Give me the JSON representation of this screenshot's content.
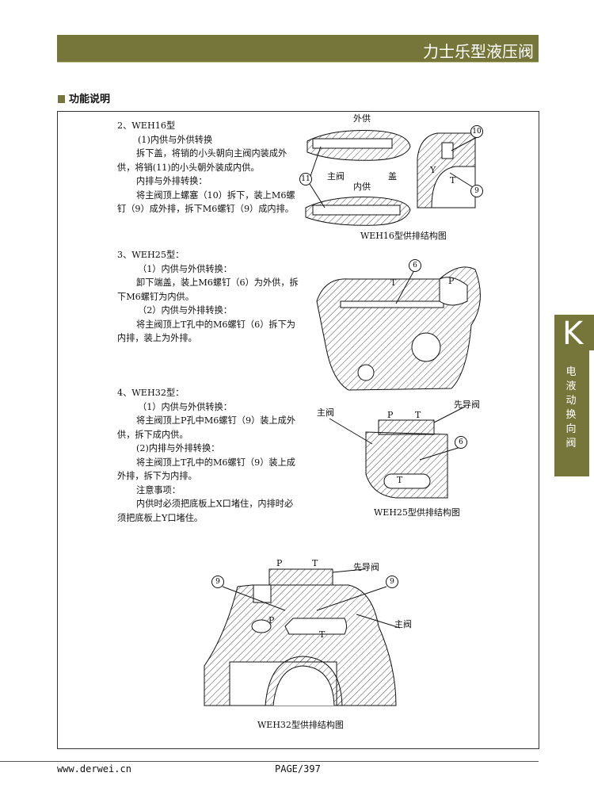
{
  "header": {
    "title": "力士乐型液压阀"
  },
  "section": {
    "title": "功能说明"
  },
  "side_tab": {
    "letter": "K",
    "label": "电液动换向阀"
  },
  "blocks": [
    {
      "lines": [
        "2、WEH16型",
        "(1)内供与外供转换",
        "拆下盖，将销的小头朝向主阀内装成外",
        "供，将销(11)的小头朝外装成内供。",
        "内排与外排转换：",
        "将主阀顶上螺塞（10）拆下，装上M6螺",
        "钉（9）成外排，拆下M6螺钉（9）成内排。"
      ]
    },
    {
      "lines": [
        "3、WEH25型：",
        "（1）内供与外供转换：",
        "卸下端盖，装上M6螺钉（6）为外供，拆",
        "下M6螺钉为内供。",
        "（2）内供与外排转换：",
        "将主阀顶上T孔中的M6螺钉（6）拆下为",
        "内排，装上为外排。"
      ]
    },
    {
      "lines": [
        "4、WEH32型：",
        "（1）内供与外供转换：",
        "将主阀顶上P孔中M6螺钉（9）装上成外",
        "供，拆下成内供。",
        "(2)内排与外排转换：",
        "将主阀顶上T孔中的M6螺钉（9）装上成",
        "外排，拆下为内排。",
        "注意事项：",
        "内供时必须把底板上X口堵住，内排时必",
        "须把底板上Y口堵住。"
      ]
    }
  ],
  "figures": {
    "weh16": {
      "outer_supply": "外供",
      "main_valve": "主阀",
      "cover": "盖",
      "inner_supply": "内供",
      "pin": "11",
      "plug": "10",
      "screw": "9",
      "t": "T",
      "y": "Y",
      "caption": "WEH16型供排结构图"
    },
    "weh25": {
      "screw_top": "6",
      "t_top": "T",
      "p_top": "P",
      "main_valve": "主阀",
      "pilot_valve": "先导阀",
      "p": "P",
      "t": "T",
      "screw": "6",
      "t_bottom": "T",
      "caption": "WEH25型供排结构图"
    },
    "weh32": {
      "screw_left": "9",
      "p": "P",
      "t": "T",
      "pilot_valve": "先导阀",
      "screw_right": "9",
      "main_valve": "主阀",
      "p_body": "P",
      "t_body": "T",
      "caption": "WEH32型供排结构图"
    }
  },
  "footer": {
    "url": "www.derwei.cn",
    "page": "PAGE/397"
  }
}
